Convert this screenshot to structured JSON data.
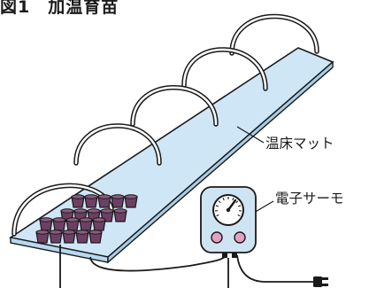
{
  "title": "図1　加温育苗",
  "labels": {
    "mat": "温床マット",
    "thermostat": "電子サーモ"
  },
  "colors": {
    "mat_fill": "#cfe6f7",
    "line": "#1a1a1a",
    "pot_fill": "#6e3f64",
    "device_body": "#cfe4f3",
    "device_button": "#e79fc2",
    "hoop_fill": "#ffffff"
  },
  "icons": [
    "thermostat-dial-icon",
    "power-plug-icon"
  ]
}
